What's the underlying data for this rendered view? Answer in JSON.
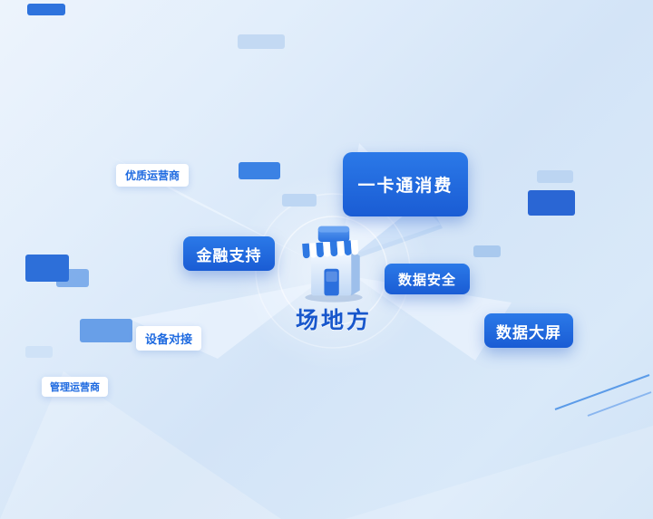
{
  "colors": {
    "primary_blue": "#1e6ae0",
    "button_gradient_top": "#2b79e8",
    "button_gradient_bottom": "#1a5cd4",
    "tag_background": "#ffffff",
    "tag_text": "#1e6ae0",
    "center_text": "#1857cc",
    "background_light": "#edf4fc",
    "background_dark": "#cfe2f6"
  },
  "center": {
    "label": "场地方",
    "icon": "storefront-icon"
  },
  "nodes": {
    "premium_operator": {
      "label": "优质运营商"
    },
    "finance_support": {
      "label": "金融支持"
    },
    "card_consume": {
      "label": "一卡通消费"
    },
    "data_security": {
      "label": "数据安全"
    },
    "data_screen": {
      "label": "数据大屏"
    },
    "device_dock": {
      "label": "设备对接"
    },
    "manage_operator": {
      "label": "管理运营商"
    }
  }
}
